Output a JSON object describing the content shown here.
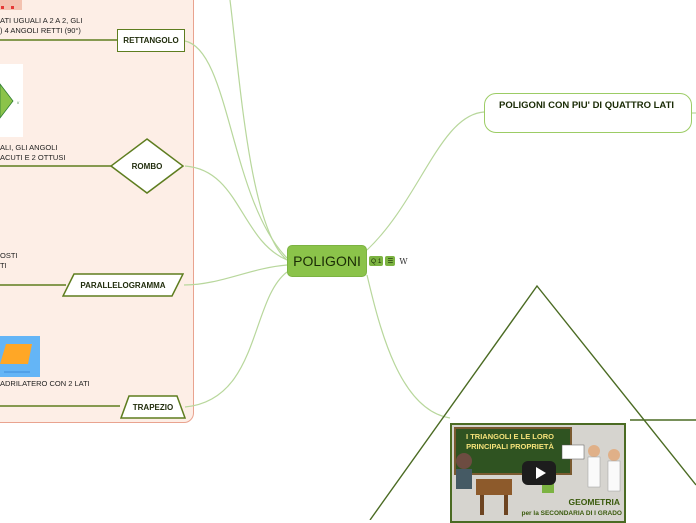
{
  "root": {
    "label": "POLIGONI",
    "icons": [
      "Q 1",
      "☰",
      "W"
    ]
  },
  "right_node": {
    "label": "POLIGONI CON PIU' DI QUATTRO LATI"
  },
  "left_group": {
    "rettangolo": {
      "label": "RETTANGOLO",
      "desc": "ATI UGUALI A 2 A 2, GLI\n) 4 ANGOLI RETTI (90°)"
    },
    "rombo": {
      "label": "ROMBO",
      "desc": "ALI, GLI ANGOLI\nACUTI E 2 OTTUSI"
    },
    "parallelogramma": {
      "label": "PARALLELOGRAMMA",
      "desc": "OSTI\nTI"
    },
    "trapezio": {
      "label": "TRAPEZIO",
      "desc": "ADRILATERO CON 2 LATI"
    },
    "thumbnail_caption": "PARALLELOGRAMMA"
  },
  "video": {
    "title": "I TRIANGOLI E LE LORO PRINCIPALI PROPRIETÀ",
    "subject": "GEOMETRIA",
    "level": "per la SECONDARIA DI I GRADO"
  },
  "colors": {
    "root_fill": "#8bc34a",
    "branch": "#a5c98a",
    "node_border": "#5e7d1f",
    "panel_fill": "#fdeee6",
    "panel_border": "#e9a38f"
  }
}
